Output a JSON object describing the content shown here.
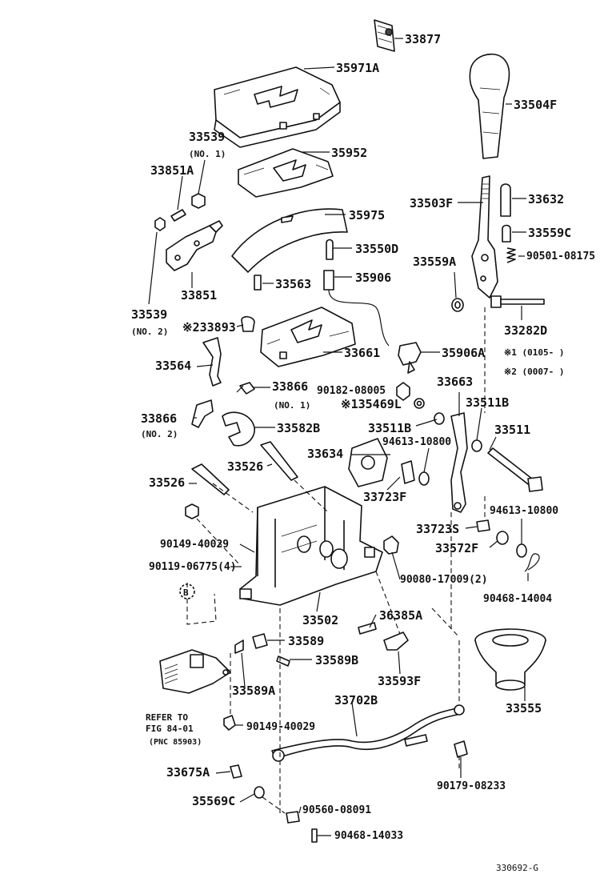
{
  "diagram": {
    "figure_code": "330692-G",
    "labels": {
      "p33877": "33877",
      "p35971A": "35971A",
      "p33504F": "33504F",
      "p33539_1": "33539",
      "no1_a": "(NO. 1)",
      "p35952": "35952",
      "p33851A": "33851A",
      "p33503F": "33503F",
      "p33632": "33632",
      "p35975": "35975",
      "p33559C": "33559C",
      "p33550D": "33550D",
      "p33559A": "33559A",
      "p90501": "90501-08175",
      "p33851": "33851",
      "p33563": "33563",
      "p35906": "35906",
      "p33539_2": "33539",
      "no2_a": "(NO. 2)",
      "p33893": "※233893",
      "p33661": "33661",
      "p33282D": "33282D",
      "p35906A": "35906A",
      "note1": "※1 (0105-      )",
      "note2": "※2 (0007-      )",
      "p33564": "33564",
      "p33866_1": "33866",
      "no1_b": "(NO. 1)",
      "p90182": "90182-08005",
      "p35469L": "※135469L",
      "p33663": "33663",
      "p33511B_a": "33511B",
      "p33866_2": "33866",
      "no2_b": "(NO. 2)",
      "p33582B": "33582B",
      "p33511B_b": "33511B",
      "p33511": "33511",
      "p94613_a": "94613-10800",
      "p33634": "33634",
      "p33526_a": "33526",
      "p33526_b": "33526",
      "p33723F": "33723F",
      "p94613_b": "94613-10800",
      "p90149_a": "90149-40029",
      "p33723S": "33723S",
      "p33572F": "33572F",
      "p90119": "90119-06775(4)",
      "p90080": "90080-17009(2)",
      "p90468_a": "90468-14004",
      "b_marker": "B",
      "p33502": "33502",
      "p36385A": "36385A",
      "p33589": "33589",
      "p33589B": "33589B",
      "p33589A": "33589A",
      "p33593F": "33593F",
      "p33555": "33555",
      "refer1": "REFER TO",
      "refer2": "FIG 84-01",
      "refer3": "(PNC 85903)",
      "p33702B": "33702B",
      "p90149_b": "90149-40029",
      "p33675A": "33675A",
      "p90179": "90179-08233",
      "p35569C": "35569C",
      "p90560": "90560-08091",
      "p90468_b": "90468-14033"
    }
  }
}
